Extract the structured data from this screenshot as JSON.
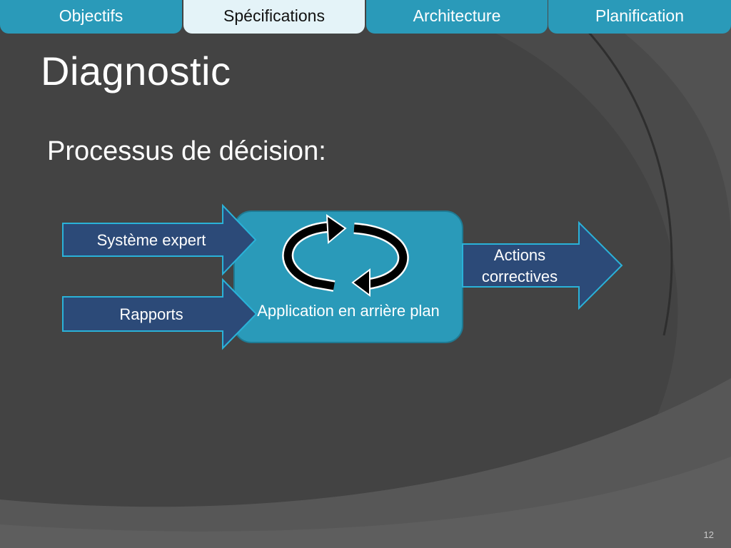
{
  "nav": {
    "tabs": [
      {
        "label": "Objectifs",
        "active": false
      },
      {
        "label": "Spécifications",
        "active": true
      },
      {
        "label": "Architecture",
        "active": false
      },
      {
        "label": "Planification",
        "active": false
      }
    ]
  },
  "slide": {
    "title": "Diagnostic",
    "subtitle": "Processus de décision:",
    "page_number": "12"
  },
  "diagram": {
    "inputs": [
      {
        "label": "Système expert"
      },
      {
        "label": "Rapports"
      }
    ],
    "process": {
      "label": "Application en arrière plan",
      "icon": "cycle-arrows-icon"
    },
    "output": {
      "label": "Actions correctives"
    }
  },
  "colors": {
    "background": "#434343",
    "tab": "#2a9ab9",
    "tab_active": "#e4f3f8",
    "arrow_fill": "#2c4a78",
    "arrow_stroke": "#2ab2d8",
    "process_fill": "#2a9ab9",
    "process_stroke": "#1f7a93"
  }
}
